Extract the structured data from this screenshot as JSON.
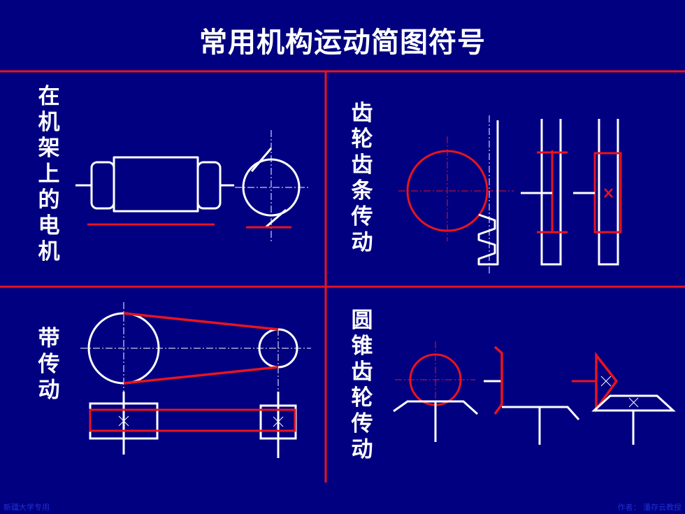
{
  "title": "常用机构运动简图符号",
  "panels": {
    "motor": {
      "label": "在机架上的电机"
    },
    "rack": {
      "label": "齿轮齿条传动"
    },
    "belt": {
      "label": "带传动"
    },
    "bevel": {
      "label": "圆锥齿轮传动"
    }
  },
  "footer": {
    "left": "新疆大学专用",
    "right": "作者：  潘存云教授"
  },
  "colors": {
    "background": "#000080",
    "line_white": "#ffffff",
    "line_red": "#e8141e"
  }
}
